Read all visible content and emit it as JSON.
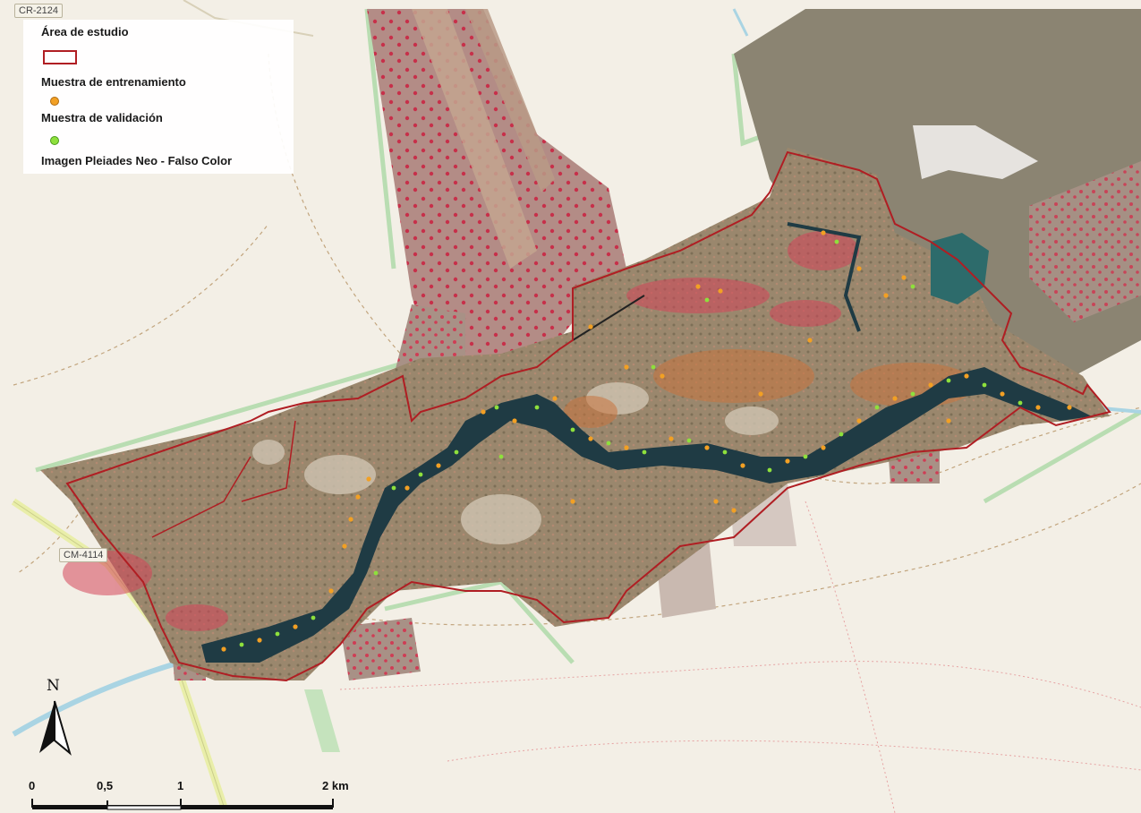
{
  "road_labels": {
    "cr2124": "CR-2124",
    "cm4114": "CM-4114"
  },
  "legend": {
    "study_area": "Área de estudio",
    "training_sample": "Muestra de entrenamiento",
    "validation_sample": "Muestra de validación",
    "image": "Imagen Pleiades Neo - Falso Color"
  },
  "north_arrow": {
    "label": "N"
  },
  "scale_bar": {
    "labels": [
      "0",
      "0,5",
      "1",
      "2 km"
    ]
  },
  "colors": {
    "study_area_outline": "#b01e23",
    "training_point": "#f2a024",
    "validation_point": "#8ee03c",
    "water": "#1f3b44",
    "vegetation_red": "#d4455a",
    "base_map": "#f3efe6"
  }
}
